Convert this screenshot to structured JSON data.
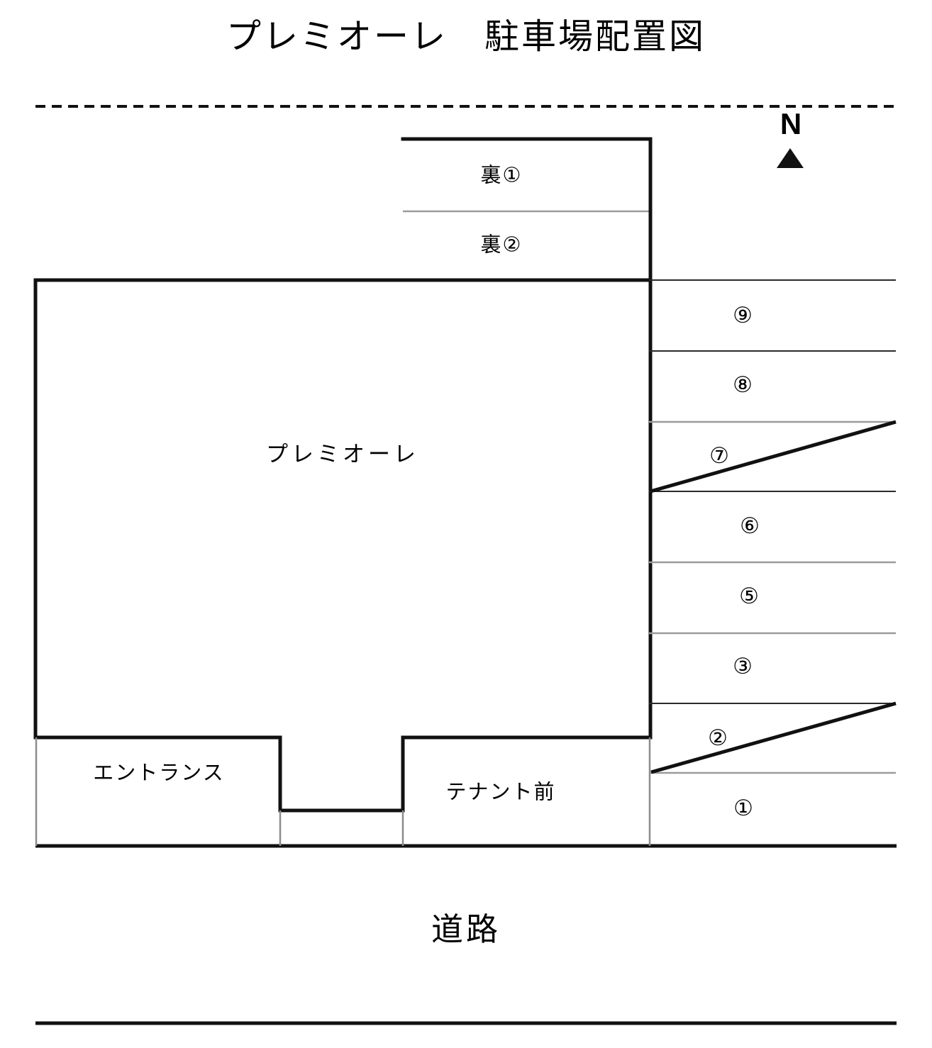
{
  "page": {
    "title": "プレミオーレ　駐車場配置図",
    "background_color": "#ffffff",
    "line_color": "#111111"
  },
  "compass": {
    "letter": "N",
    "arrow_icon": "north-arrow-icon",
    "direction": "up"
  },
  "building": {
    "name": "プレミオーレ",
    "zones": [
      {
        "id": "entrance",
        "label": "エントランス"
      },
      {
        "id": "tenant-front",
        "label": "テナント前"
      }
    ]
  },
  "rear_parking": {
    "stalls": [
      {
        "id": "ura-1",
        "label": "裏①"
      },
      {
        "id": "ura-2",
        "label": "裏②"
      }
    ]
  },
  "east_parking": {
    "stalls": [
      {
        "id": "stall-9",
        "label": "⑨",
        "has_ramp": false
      },
      {
        "id": "stall-8",
        "label": "⑧",
        "has_ramp": false
      },
      {
        "id": "stall-7",
        "label": "⑦",
        "has_ramp": true
      },
      {
        "id": "stall-6",
        "label": "⑥",
        "has_ramp": false
      },
      {
        "id": "stall-5",
        "label": "⑤",
        "has_ramp": false
      },
      {
        "id": "stall-3",
        "label": "③",
        "has_ramp": false
      },
      {
        "id": "stall-2",
        "label": "②",
        "has_ramp": true
      },
      {
        "id": "stall-1",
        "label": "①",
        "has_ramp": false
      }
    ]
  },
  "road": {
    "label": "道路"
  }
}
